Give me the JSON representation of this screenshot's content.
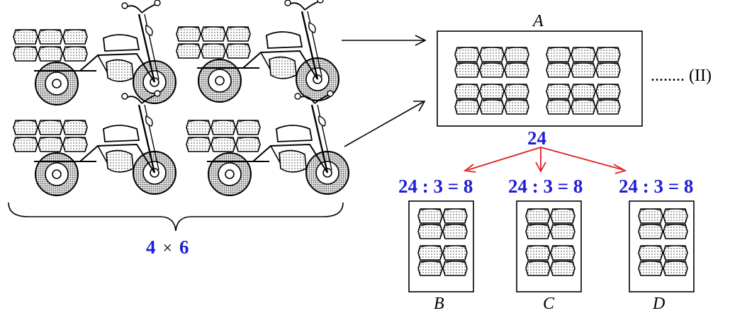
{
  "labels": {
    "box_a": "A",
    "box_b": "B",
    "box_c": "C",
    "box_d": "D",
    "note": "........ (II)",
    "total": "24",
    "div_b": "24 : 3 = 8",
    "div_c": "24 : 3 = 8",
    "div_d": "24 : 3 = 8",
    "mult_left": "4",
    "mult_sign": "×",
    "mult_right": "6"
  },
  "colors": {
    "accent_blue": "#1f1fd6",
    "arrow_red": "#e02020",
    "ink": "#000000",
    "fill_dots": "#bdbdbd"
  }
}
